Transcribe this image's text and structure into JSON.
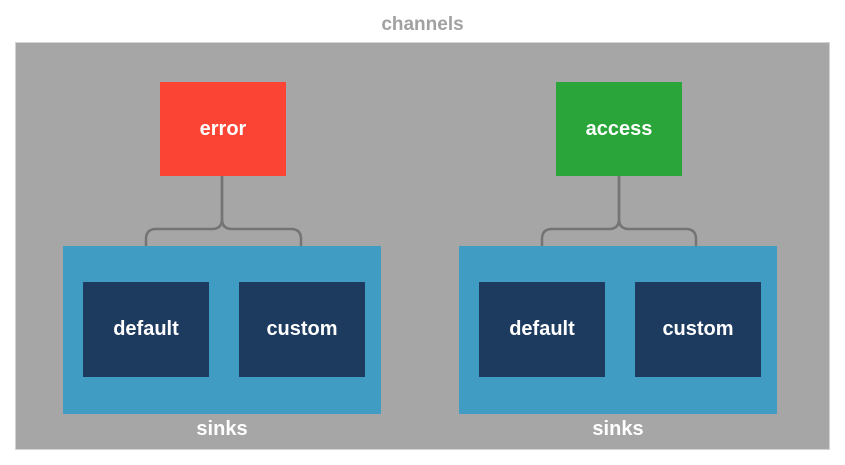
{
  "title": "channels",
  "colors": {
    "page_background": "#ffffff",
    "container_fill": "#a6a6a6",
    "container_border": "#d2d2d2",
    "title_text": "#a1a1a1",
    "label_text": "#ffffff",
    "error_channel_fill": "#fb4434",
    "access_channel_fill": "#29a53a",
    "sinks_container_fill": "#409cc3",
    "sink_box_fill": "#1d3a5f",
    "connector_line": "#747474"
  },
  "channels": [
    {
      "name": "error",
      "sinks": {
        "label": "sinks",
        "items": [
          {
            "label": "default"
          },
          {
            "label": "custom"
          }
        ]
      }
    },
    {
      "name": "access",
      "sinks": {
        "label": "sinks",
        "items": [
          {
            "label": "default"
          },
          {
            "label": "custom"
          }
        ]
      }
    }
  ]
}
